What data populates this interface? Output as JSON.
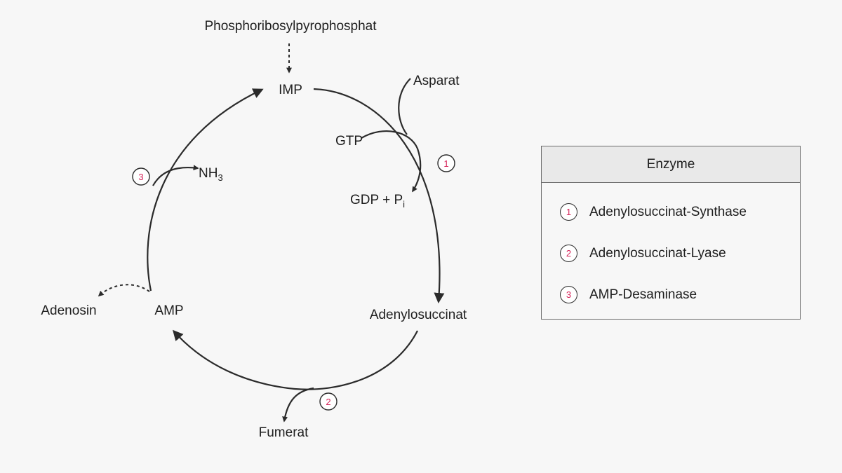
{
  "diagram": {
    "precursor": "Phosphoribosylpyrophosphat",
    "imp": "IMP",
    "asparat": "Asparat",
    "gtp": "GTP",
    "gdp": "GDP + P",
    "gdp_sub": "i",
    "adenylosuccinat": "Adenylosuccinat",
    "fumerat": "Fumerat",
    "amp": "AMP",
    "adenosin": "Adenosin",
    "nh3": "NH",
    "nh3_sub": "3",
    "steps": [
      "1",
      "2",
      "3"
    ]
  },
  "legend": {
    "title": "Enzyme",
    "items": [
      {
        "num": "1",
        "label": "Adenylosuccinat-Synthase"
      },
      {
        "num": "2",
        "label": "Adenylosuccinat-Lyase"
      },
      {
        "num": "3",
        "label": "AMP-Desaminase"
      }
    ]
  },
  "colors": {
    "accent_number": "#d6245a",
    "line": "#2b2b2b",
    "background": "#f7f7f7",
    "legend_header": "#e9e9e9"
  }
}
